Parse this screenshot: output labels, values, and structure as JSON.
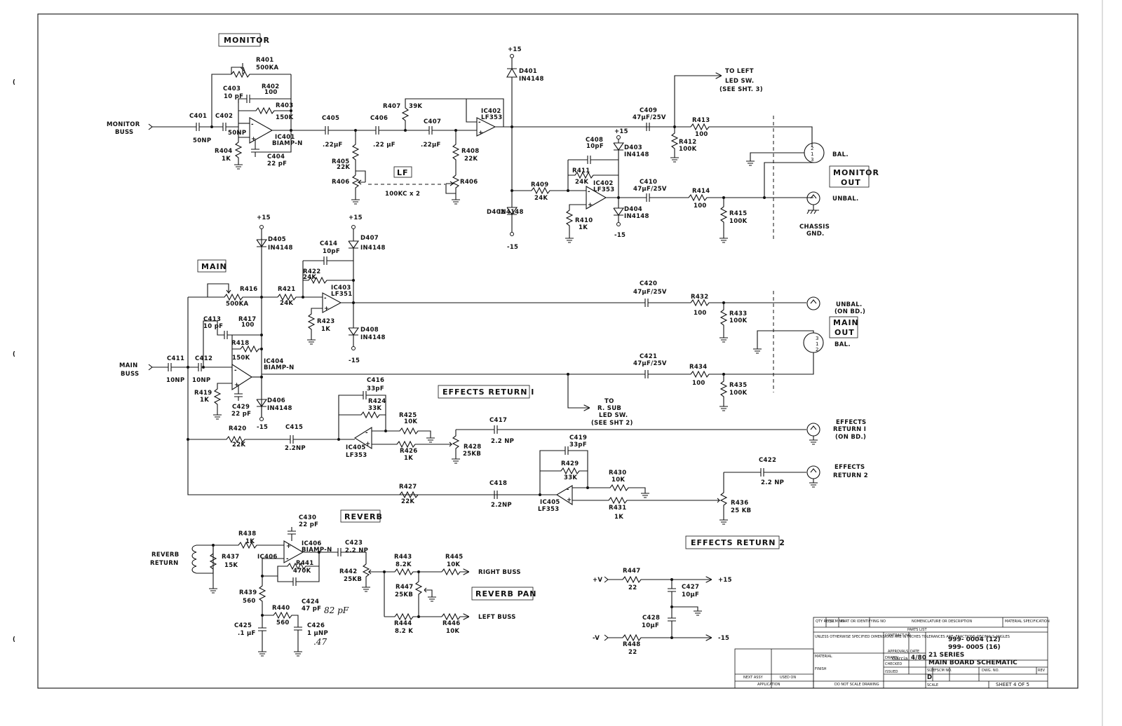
{
  "sections": {
    "monitor": "MONITOR",
    "main": "MAIN",
    "reverb": "REVERB",
    "lf": "LF",
    "effects_return_1": "EFFECTS RETURN I",
    "effects_return_2": "EFFECTS RETURN 2",
    "reverb_pan": "REVERB PAN",
    "monitor_out": [
      "MONITOR",
      "OUT"
    ],
    "main_out": [
      "MAIN",
      "OUT"
    ]
  },
  "inputs": {
    "monitor_buss": [
      "MONITOR",
      "BUSS"
    ],
    "main_buss": [
      "MAIN",
      "BUSS"
    ],
    "reverb_return": [
      "REVERB",
      "RETURN"
    ],
    "plus_v": "+V",
    "minus_v": "-V"
  },
  "outputs": {
    "to_left_led": [
      "TO LEFT",
      "LED SW.",
      "(SEE SHT. 3)"
    ],
    "to_r_sub": [
      "TO",
      "R. SUB",
      "LED SW.",
      "(SEE SHT 2)"
    ],
    "bal_monitor": "BAL.",
    "unbal_monitor": "UNBAL.",
    "chassis_gnd": [
      "CHASSIS",
      "GND."
    ],
    "unbal_main": [
      "UNBAL.",
      "(ON BD.)"
    ],
    "bal_main": "BAL.",
    "effects_return_1_jack": [
      "EFFECTS",
      "RETURN I",
      "(ON BD.)"
    ],
    "effects_return_2_jack": [
      "EFFECTS",
      "RETURN 2"
    ],
    "right_buss": "RIGHT BUSS",
    "left_buss": "LEFT BUSS",
    "plus15": "+15",
    "minus15": "-15"
  },
  "supply": {
    "p15": "+15",
    "m15": "-15"
  },
  "components": {
    "R401": [
      "R401",
      "500KA"
    ],
    "C403": [
      "C403",
      "10 pF"
    ],
    "R402": [
      "R402",
      "100"
    ],
    "R403": [
      "R403",
      "150K"
    ],
    "C401": [
      "C401",
      "50NP"
    ],
    "C402": [
      "C402",
      "50NP"
    ],
    "IC401": [
      "IC401",
      "BIAMP-N"
    ],
    "R404": [
      "R404",
      "1K"
    ],
    "C404": [
      "C404",
      "22 pF"
    ],
    "C405": [
      "C405",
      ".22μF"
    ],
    "C406": [
      "C406",
      ".22 μF"
    ],
    "C407": [
      "C407",
      ".22μF"
    ],
    "R407": [
      "R407",
      "39K"
    ],
    "R405": [
      "R405",
      "22K"
    ],
    "R406a": "R406",
    "R406b": "R406",
    "R408": [
      "R408",
      "22K"
    ],
    "pot_406": "100KC x 2",
    "IC402a": [
      "IC402",
      "LF353"
    ],
    "D401": [
      "D401",
      "IN4148"
    ],
    "D402": [
      "D402",
      "IN4148"
    ],
    "R409": [
      "R409",
      "24K"
    ],
    "C409": [
      "C409",
      "47μF/25V"
    ],
    "R413": [
      "R413",
      "100"
    ],
    "R412": [
      "R412",
      "100K"
    ],
    "C408": [
      "C408",
      "10pF"
    ],
    "R411": [
      "R411",
      "24K"
    ],
    "IC402b": [
      "IC402",
      "LF353"
    ],
    "D403": [
      "D403",
      "IN4148"
    ],
    "D404": [
      "D404",
      "IN4148"
    ],
    "R410": [
      "R410",
      "1K"
    ],
    "C410": [
      "C410",
      "47μF/25V"
    ],
    "R414": [
      "R414",
      "100"
    ],
    "R415": [
      "R415",
      "100K"
    ],
    "D405": [
      "D405",
      "IN4148"
    ],
    "D406": [
      "D406",
      "IN4148"
    ],
    "D407": [
      "D407",
      "IN4148"
    ],
    "D408": [
      "D408",
      "IN4148"
    ],
    "C414": [
      "C414",
      "10pF"
    ],
    "R422": [
      "R422",
      "24K"
    ],
    "R416": [
      "R416",
      "500KA"
    ],
    "R421": [
      "R421",
      "24K"
    ],
    "IC403": [
      "IC403",
      "LF351"
    ],
    "R423": [
      "R423",
      "1K"
    ],
    "C413": [
      "C413",
      "10 pF"
    ],
    "R417": [
      "R417",
      "100"
    ],
    "R418": [
      "R418",
      "150K"
    ],
    "C411": [
      "C411",
      "10NP"
    ],
    "C412": [
      "C412",
      "10NP"
    ],
    "IC404": [
      "IC404",
      "BIAMP-N"
    ],
    "R419": [
      "R419",
      "1K"
    ],
    "C429": [
      "C429",
      "22 pF"
    ],
    "C420": [
      "C420",
      "47μF/25V"
    ],
    "R432": [
      "R432",
      "100"
    ],
    "R433": [
      "R433",
      "100K"
    ],
    "C421": [
      "C421",
      "47μF/25V"
    ],
    "R434": [
      "R434",
      "100"
    ],
    "R435": [
      "R435",
      "100K"
    ],
    "C416": [
      "C416",
      "33pF"
    ],
    "R424": [
      "R424",
      "33K"
    ],
    "R425": [
      "R425",
      "10K"
    ],
    "R426": [
      "R426",
      "1K"
    ],
    "R420": [
      "R420",
      "22K"
    ],
    "C415": [
      "C415",
      "2.2NP"
    ],
    "IC405a": [
      "IC405",
      "LF353"
    ],
    "R428": [
      "R428",
      "25KB"
    ],
    "C417": [
      "C417",
      "2.2 NP"
    ],
    "C419": [
      "C419",
      "33pF"
    ],
    "R429": [
      "R429",
      "33K"
    ],
    "R430": [
      "R430",
      "10K"
    ],
    "R431": [
      "R431",
      "1K"
    ],
    "R427": [
      "R427",
      "22K"
    ],
    "C418": [
      "C418",
      "2.2NP"
    ],
    "IC405b": [
      "IC405",
      "LF353"
    ],
    "R436": [
      "R436",
      "25 KB"
    ],
    "C422": [
      "C422",
      "2.2 NP"
    ],
    "R438": [
      "R438",
      "1K"
    ],
    "R437": [
      "R437",
      "15K"
    ],
    "C430": [
      "C430",
      "22 pF"
    ],
    "IC406a": "IC406",
    "IC406b": [
      "IC406",
      "BIAMP-N"
    ],
    "C423": [
      "C423",
      "2.2 NP"
    ],
    "R441": [
      "R441",
      "470K"
    ],
    "C424": [
      "C424",
      "47 pF"
    ],
    "R439": [
      "R439",
      "560"
    ],
    "R440": [
      "R440",
      "560"
    ],
    "C425": [
      "C425",
      ".1 μF"
    ],
    "C426": [
      "C426",
      "1 μNP"
    ],
    "R442": [
      "R442",
      "25KB"
    ],
    "R443": [
      "R443",
      "8.2K"
    ],
    "R445": [
      "R445",
      "10K"
    ],
    "R447": [
      "R447",
      "25KB"
    ],
    "R444": [
      "R444",
      "8.2 K"
    ],
    "R446": [
      "R446",
      "10K"
    ],
    "R447b": [
      "R447",
      "22"
    ],
    "R448": [
      "R448",
      "22"
    ],
    "C427": [
      "C427",
      "10μF"
    ],
    "C428": [
      "C428",
      "10μF"
    ]
  },
  "handwritten": {
    "c424_note": "82 pF",
    "c426_note": ".47"
  },
  "title_block": {
    "qty_cols": [
      "QTY REQD",
      "FSCM NO",
      "PART OR IDENTIFYING NO",
      "NOMENCLATURE OR DESCRIPTION",
      "MATERIAL SPECIFICATION"
    ],
    "parts_list": "PARTS LIST",
    "tolerances": "UNLESS OTHERWISE SPECIFIED DIMENSIONS ARE IN INCHES TOLERANCES ARE: FRACTIONS  DECIMALS  ANGLES",
    "contract_no": "CONTRACT NO.",
    "material": "MATERIAL",
    "approvals": "APPROVALS",
    "date_hdr": "DATE",
    "drawn": "DRAWN",
    "drawn_by": "Garcia",
    "drawn_date": "4/80",
    "checked": "CHECKED",
    "finish": "FINISH",
    "issued": "ISSUED",
    "part_no_1": "999- 0004  (12)",
    "part_no_2": "999- 0005  (16)",
    "series": "21  SERIES",
    "title": "MAIN  BOARD  SCHEMATIC",
    "size_hdr": "SIZE",
    "fscm_hdr": "FSCM NO.",
    "dwg_hdr": "DWG. NO.",
    "rev_hdr": "REV",
    "size_val": "D",
    "scale_hdr": "SCALE",
    "sheet": "SHEET  4  OF  5",
    "next_assy": "NEXT ASSY",
    "used_on": "USED ON",
    "application": "APPLICATION",
    "do_not_scale": "DO NOT SCALE DRAWING"
  }
}
